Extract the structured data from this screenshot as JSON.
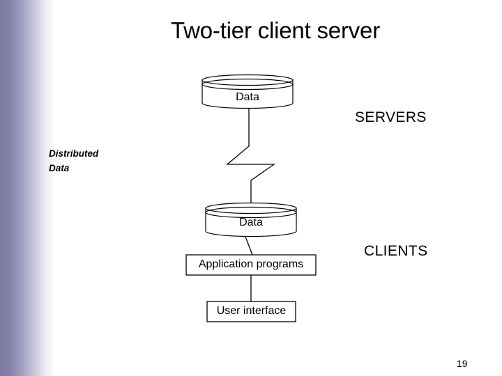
{
  "slide": {
    "title": "Two-tier client server",
    "page_number": "19",
    "background_color": "#ffffff",
    "accent_color": "#7d7ba4",
    "line_color": "#000000"
  },
  "annotations": {
    "servers": "SERVERS",
    "clients": "CLIENTS",
    "distributed_line1": "Distributed",
    "distributed_line2": "Data"
  },
  "diagram": {
    "type": "two-tier-architecture",
    "nodes": [
      {
        "id": "data-server",
        "shape": "cylinder",
        "label": "Data",
        "tier": "SERVERS"
      },
      {
        "id": "data-client",
        "shape": "cylinder",
        "label": "Data",
        "tier": "CLIENTS"
      },
      {
        "id": "app-programs",
        "shape": "rectangle",
        "label": "Application programs",
        "tier": "CLIENTS"
      },
      {
        "id": "user-interface",
        "shape": "rectangle",
        "label": "User interface",
        "tier": "CLIENTS"
      }
    ],
    "connectors": [
      {
        "from": "data-server",
        "to": "data-client",
        "style": "zigzag"
      },
      {
        "from": "data-client",
        "to": "app-programs",
        "style": "line"
      },
      {
        "from": "app-programs",
        "to": "user-interface",
        "style": "line"
      }
    ]
  }
}
